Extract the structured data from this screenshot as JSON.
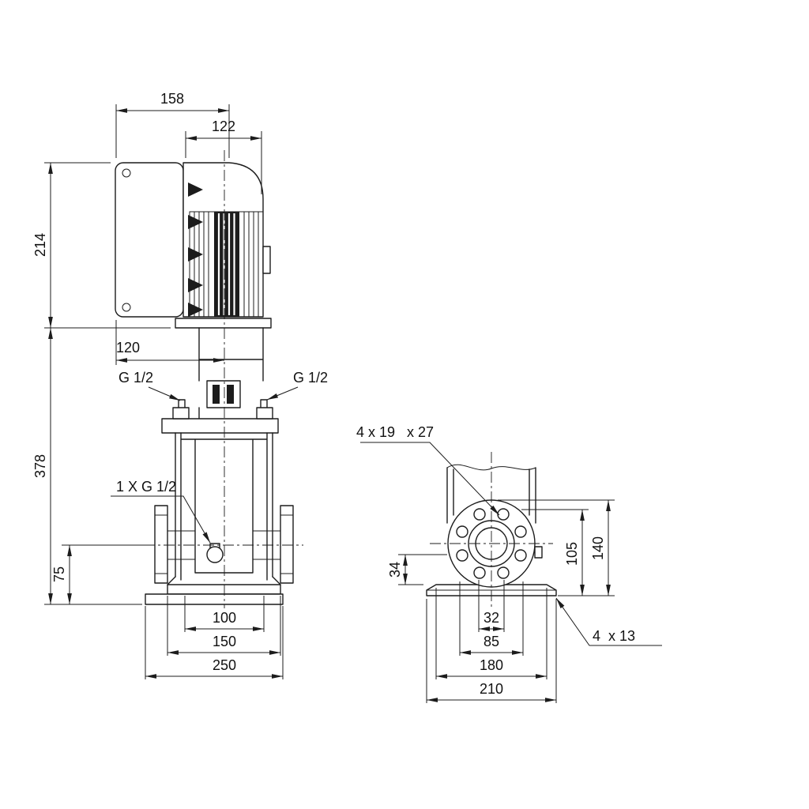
{
  "front_view": {
    "dim_158": "158",
    "dim_122": "122",
    "dim_214": "214",
    "dim_120": "120",
    "plug_left": "G 1/2",
    "plug_right": "G 1/2",
    "dim_378": "378",
    "drain_label": "1 X G 1/2",
    "dim_75": "75",
    "dim_100": "100",
    "dim_150": "150",
    "dim_250": "250"
  },
  "end_view": {
    "flange_holes_label": "4 x 19   x 27",
    "dim_34": "34",
    "dim_105": "105",
    "dim_140": "140",
    "dim_32": "32",
    "dim_85": "85",
    "dim_180": "180",
    "dim_210": "210",
    "base_holes_label": "4  x 13"
  },
  "style": {
    "line_color": "#1c1c1c",
    "background": "#ffffff"
  }
}
